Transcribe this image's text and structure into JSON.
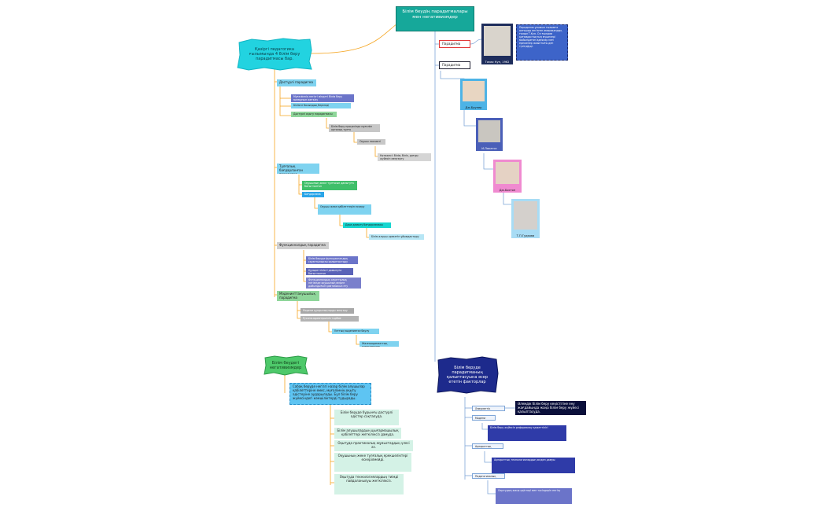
{
  "root": {
    "title": "Білім беудің парадигмалары мен негативизмдер"
  },
  "left_top_burst": "Қазіргі педагогика ғылымында 4 білім беру парадигмасы бар.",
  "paradigm_labels": {
    "a": "Парадигма",
    "b": "Парадигма"
  },
  "kuhn": {
    "caption": "Томас Кун, 1962",
    "note": "Парадигма ұғымын ғылымға алғашқы енгізген американдық ғалым Т.Кун. Ол ғылыми қоғамдастықтың мүшелері мойындаған идеялар мен ережелер жиынтығы деп түсіндірді."
  },
  "scientists": [
    {
      "name": "Дж.Брунер"
    },
    {
      "name": "И.Лакатос"
    },
    {
      "name": "Дж.Бостон"
    },
    {
      "name": "Т.П.Гудкова"
    }
  ],
  "traditional": {
    "label": "Дәстүрлі парадигма",
    "items": [
      "Мұғалімнің негізгі міндеті білім беру мазмұнын жеткізу",
      "Білімге басымдық беріледі",
      "Дәстүрлі оқыту парадигмасы",
      "Білім беру процесінде мұғалім орталық тұлға",
      "Оқушы пассивті",
      "Нәтижесі: білім, білік, дағды жүйесін меңгерту"
    ]
  },
  "personal": {
    "label": "Тұлғалық бағдарланған парадигма",
    "items": [
      "Оқушының жеке тұлғасын дамытуға бағытталған",
      "Бағдарлама",
      "Оқушы жеке қабілеттерін ескеру",
      "Дара дамыту бағдарламасы",
      "Білім алушы әрекетін ұйымдастыру"
    ]
  },
  "functional": {
    "label": "Функционалдық парадигма",
    "items": [
      "Білім беруде функционалдық сауаттылықты қалыптастыру",
      "Құзыреттілікті дамытуға бағытталған",
      "Функционалдық сауаттылық негізінде оқушының өмірге дайындығын қамтамасыз ету"
    ]
  },
  "humanistic": {
    "label": "Мәдениеттанушылық парадигма",
    "items": [
      "Мәдени құндылықтарды меңгеру",
      "Рухани-адамгершілік тәрбие",
      "Ұлттық мәдениетке баулу",
      "Жалпыадамзаттық құндылықтар"
    ]
  },
  "negativism": {
    "burst": "Білім беудегі негативизмдер",
    "intro": "Сабақ беруде негізгі назар білім алушылар қабілеттеріне емес, мұғалімнің оқыту әдістеріне аударылады. Бұл білім беру жүйесіндегі кемшіліктерді тудырады.",
    "items": [
      "Білім беруде бұрынғы дәстүрлі әдістер сақталуда.",
      "Білім алушылардың шығармашылық қабілеттері жеткіліксіз дамуда.",
      "Оқытуда практикалық жұмыстардың үлесі аз.",
      "Оқушының жеке тұлғалық ерекшеліктері ескерілмейді.",
      "Оқытуда технологиялардың тиімді пайдаланылуы жеткіліксіз."
    ]
  },
  "crisis": {
    "burst": "Білім беруде парадигманың қалыптасуына әсер ететін факторлар",
    "branches": [
      "Әлеуметтік",
      "Мәдени",
      "Ақпараттық",
      "Педагогикалық"
    ],
    "dark_note": "Әлемдік білім беру кеңістігіне ену жағдайында жаңа білім беру жүйесі қалыптасуда.",
    "notes": [
      "Білім беру жүйесін реформалау қажеттілігі",
      "Ақпараттық технологиялардың жедел дамуы",
      "Оқытудың жаңа әдістері мен тәсілдерін енгізу"
    ]
  },
  "colors": {
    "teal": "#16a89a",
    "burst_cyan": "#22d3e0",
    "burst_green": "#4ec96a",
    "burst_navy": "#1d2a8c",
    "line_orange": "#f5a623",
    "line_blue": "#7fa6d8"
  }
}
